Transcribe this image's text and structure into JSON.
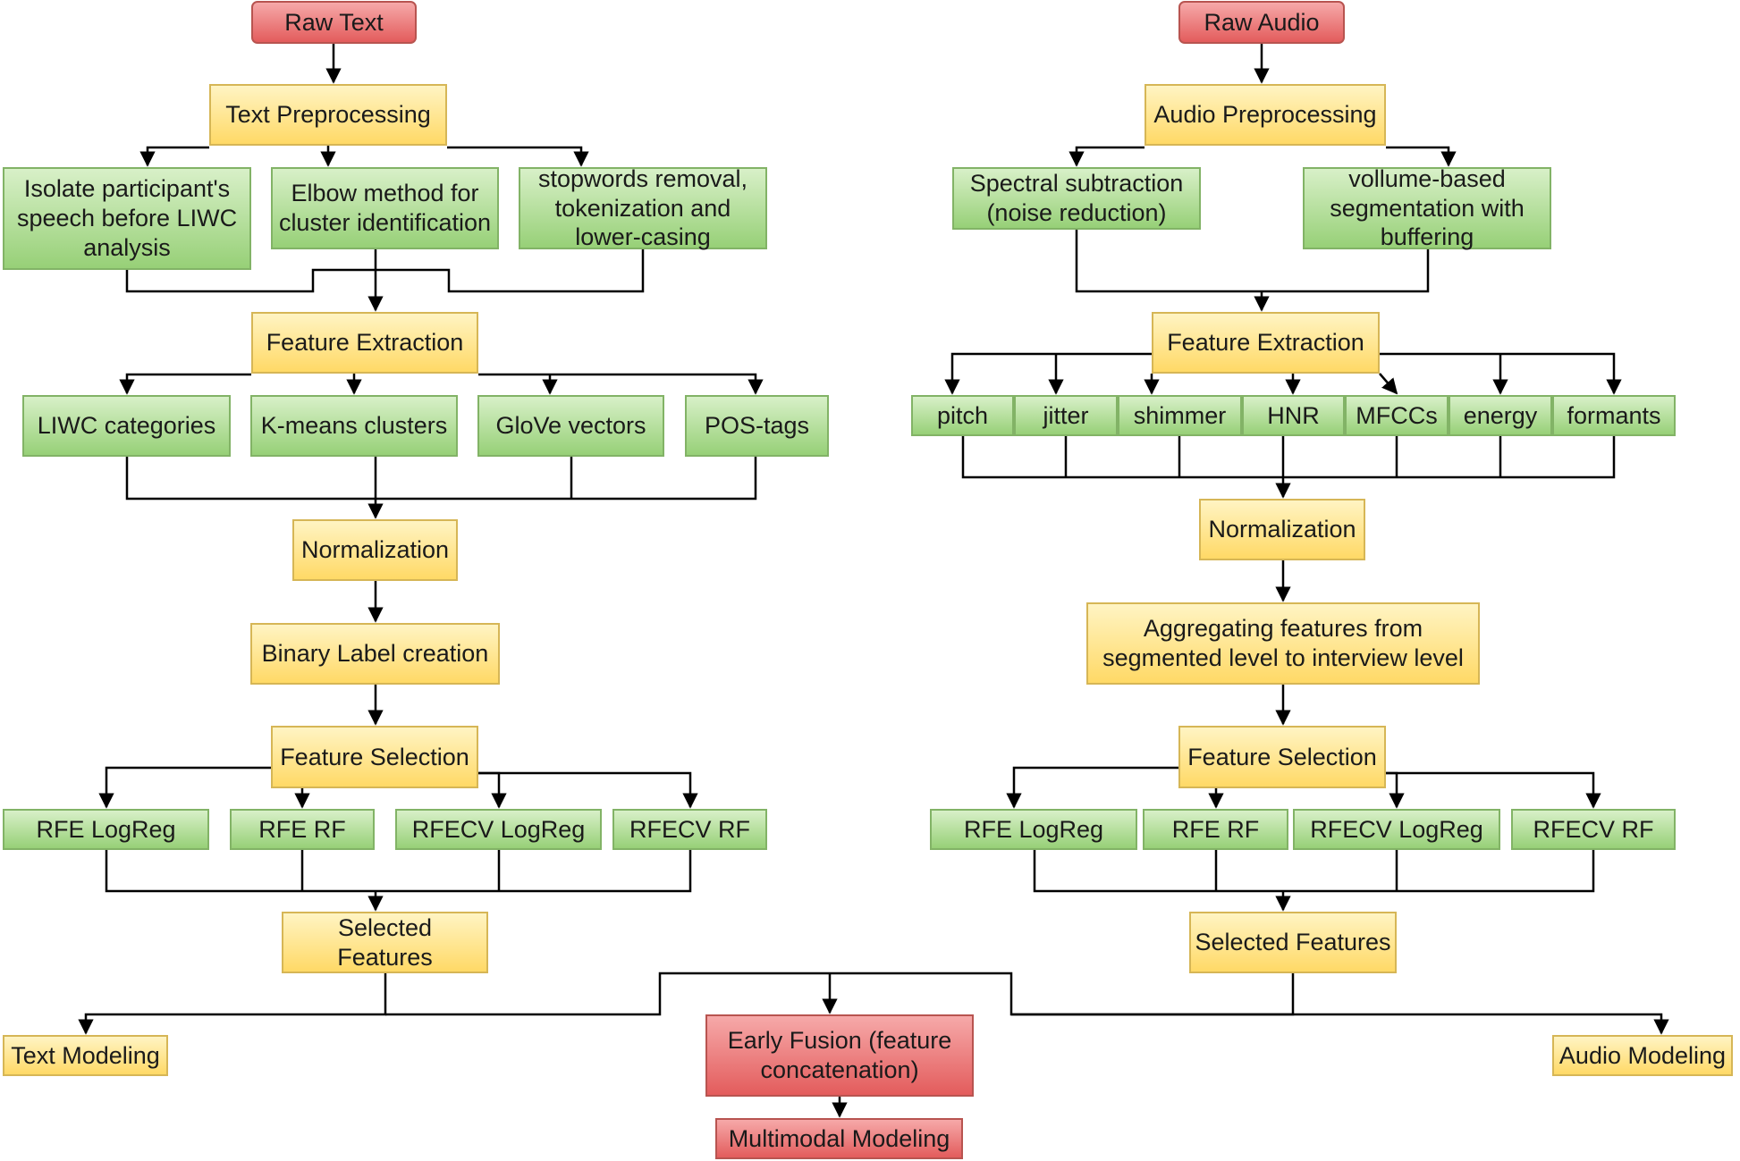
{
  "text_branch": {
    "raw": "Raw Text",
    "preprocessing": "Text Preprocessing",
    "pre_steps": [
      "Isolate participant's speech before LIWC analysis",
      "Elbow method for cluster identification",
      "stopwords removal, tokenization and lower-casing"
    ],
    "feature_extraction": "Feature Extraction",
    "features": [
      "LIWC categories",
      "K-means clusters",
      "GloVe vectors",
      "POS-tags"
    ],
    "normalization": "Normalization",
    "label_creation": "Binary Label creation",
    "feature_selection": "Feature Selection",
    "selectors": [
      "RFE LogReg",
      "RFE RF",
      "RFECV LogReg",
      "RFECV RF"
    ],
    "selected": "Selected Features",
    "modeling": "Text Modeling"
  },
  "audio_branch": {
    "raw": "Raw Audio",
    "preprocessing": "Audio Preprocessing",
    "pre_steps": [
      "Spectral subtraction (noise reduction)",
      "vollume-based segmentation with buffering"
    ],
    "feature_extraction": "Feature Extraction",
    "features": [
      "pitch",
      "jitter",
      "shimmer",
      "HNR",
      "MFCCs",
      "energy",
      "formants"
    ],
    "normalization": "Normalization",
    "aggregation": "Aggregating features from segmented level to interview level",
    "feature_selection": "Feature Selection",
    "selectors": [
      "RFE LogReg",
      "RFE RF",
      "RFECV LogReg",
      "RFECV RF"
    ],
    "selected": "Selected Features",
    "modeling": "Audio Modeling"
  },
  "fusion": {
    "early_fusion": "Early Fusion (feature concatenation)",
    "multimodal": "Multimodal Modeling"
  },
  "colors": {
    "start_end": "#f8cecc",
    "process": "#fff2cc",
    "step": "#d5e8d4",
    "edge": "#000000"
  }
}
